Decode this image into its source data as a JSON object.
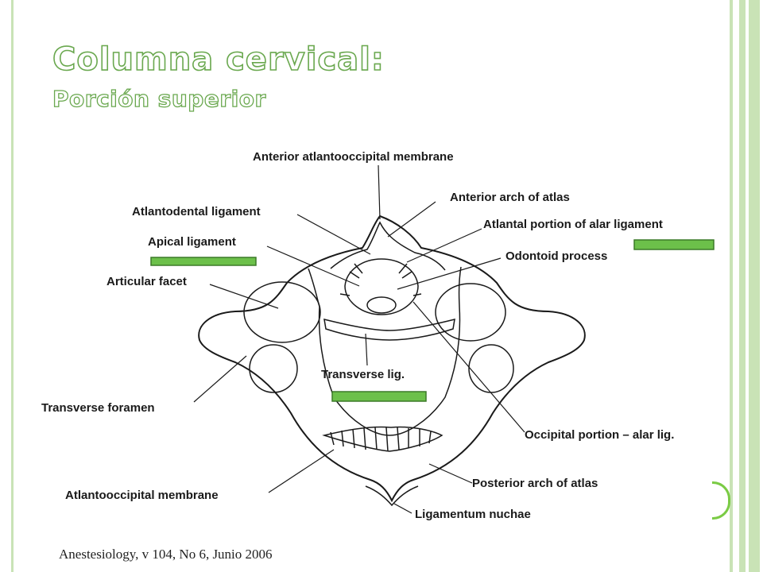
{
  "slide": {
    "title": "Columna cervical:",
    "subtitle": "Porción superior",
    "citation": "Anestesiology, v 104, No 6, Junio 2006"
  },
  "diagram": {
    "labels": {
      "anterior_atlantooccipital_membrane": "Anterior atlantooccipital membrane",
      "anterior_arch_of_atlas": "Anterior arch of atlas",
      "atlantodental_ligament": "Atlantodental ligament",
      "atlantal_portion_alar_ligament": "Atlantal portion of alar ligament",
      "apical_ligament": "Apical ligament",
      "odontoid_process": "Odontoid process",
      "articular_facet": "Articular facet",
      "transverse_lig": "Transverse lig.",
      "transverse_foramen": "Transverse foramen",
      "occipital_portion_alar_lig": "Occipital portion – alar lig.",
      "posterior_arch_of_atlas": "Posterior arch of atlas",
      "atlantooccipital_membrane": "Atlantooccipital membrane",
      "ligamentum_nuchae": "Ligamentum nuchae"
    },
    "highlight_color": "#6cc04a"
  },
  "theme": {
    "title_outline": "#6aa84f",
    "border_green": "#c9e3b6"
  }
}
